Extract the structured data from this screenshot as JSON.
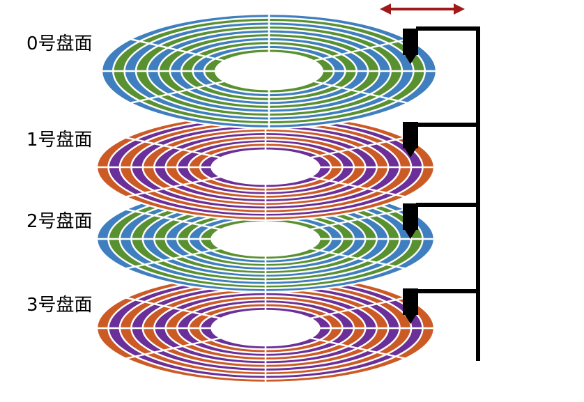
{
  "platters": [
    {
      "label": "0号盘面",
      "colors": [
        "#3f7fbf",
        "#5a9130"
      ]
    },
    {
      "label": "1号盘面",
      "colors": [
        "#cc5a25",
        "#6a2f98"
      ]
    },
    {
      "label": "2号盘面",
      "colors": [
        "#3f7fbf",
        "#5a9130"
      ]
    },
    {
      "label": "3号盘面",
      "colors": [
        "#cc5a25",
        "#6a2f98"
      ]
    }
  ],
  "colors": {
    "arm": "#000000",
    "arrow": "#a11a1a",
    "separator": "#ffffff"
  },
  "icons": {
    "actuator_motion": "double-arrow-icon",
    "read_write_head": "read-write-head-icon"
  }
}
